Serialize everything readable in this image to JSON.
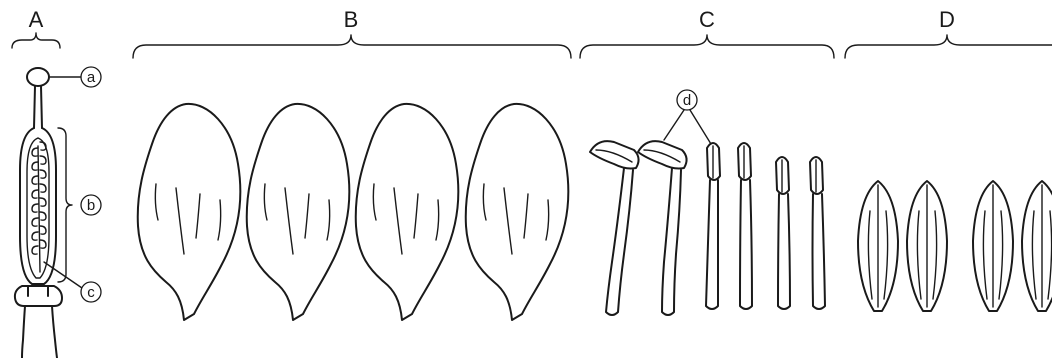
{
  "groups": [
    {
      "label": "A"
    },
    {
      "label": "B"
    },
    {
      "label": "C"
    },
    {
      "label": "D"
    }
  ],
  "callouts": [
    {
      "label": "a"
    },
    {
      "label": "b"
    },
    {
      "label": "c"
    },
    {
      "label": "d"
    }
  ],
  "colors": {
    "ink": "#1a1a1a",
    "background": "#ffffff"
  }
}
